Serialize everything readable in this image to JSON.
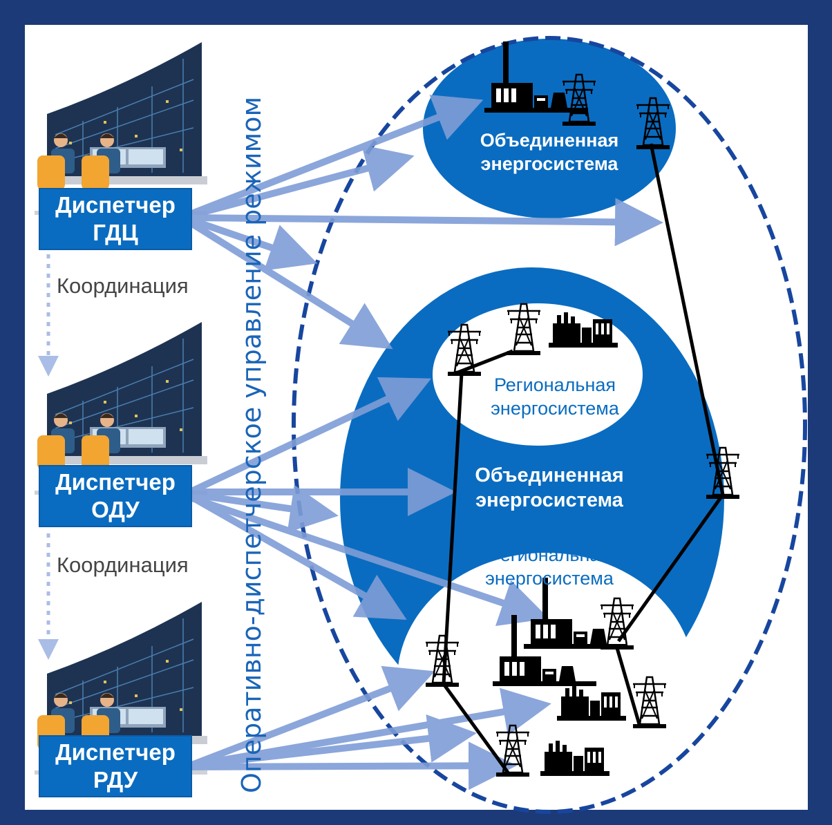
{
  "colors": {
    "frame": "#1c3a78",
    "panel": "#ffffff",
    "blue": "#0a6cc0",
    "arrow": "#7f9dd6",
    "dash": "#17469e"
  },
  "dispatchers": [
    {
      "line1": "Диспетчер",
      "line2": "ГДЦ"
    },
    {
      "line1": "Диспетчер",
      "line2": "ОДУ"
    },
    {
      "line1": "Диспетчер",
      "line2": "РДУ"
    }
  ],
  "coordination_label": "Координация",
  "vertical_title": "Оперативно-диспетчерское управление режимом",
  "systems": {
    "top": {
      "line1": "Объединенная",
      "line2": "энергосистема"
    },
    "middle": {
      "line1": "Объединенная",
      "line2": "энергосистема"
    },
    "regional_upper": {
      "line1": "Региональная",
      "line2": "энергосистема"
    },
    "regional_lower": {
      "line1": "Региональная",
      "line2": "энергосистема"
    }
  },
  "icons": [
    "dispatch-room-icon",
    "power-plant-icon",
    "transmission-tower-icon",
    "industrial-plant-icon"
  ]
}
